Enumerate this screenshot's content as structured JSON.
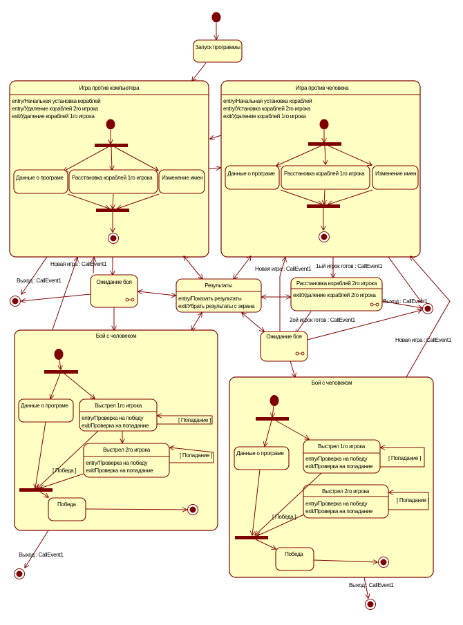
{
  "diagram": {
    "type": "uml-state-diagram",
    "states": {
      "launch": {
        "name": "Запуск программы"
      },
      "vs_computer": {
        "name": "Игра против компьютера",
        "actions": [
          "entry/Начальная установка кораблей",
          "entry/Удаление кораблей 2го игрока",
          "exit/Удаление кораблей 1го игрока"
        ],
        "substates": [
          "Данные о програме",
          "Расстановка кораблей 1го игрока",
          "Изменение имен"
        ]
      },
      "vs_human": {
        "name": "Игра против человека",
        "actions": [
          "entry/Начальная установка кораблей",
          "entry/Установка кораблей 2го игрока",
          "exit/Удаление кораблей 1го игрока"
        ],
        "substates": [
          "Данные о програме",
          "Расстановка кораблей 1го игрока",
          "Изменение имен"
        ]
      },
      "wait_left": {
        "name": "Ожидание боя"
      },
      "results": {
        "name": "Результаты",
        "actions": [
          "entry/Показать результаты",
          "exit/Убрать результаты с экрана"
        ]
      },
      "placement2": {
        "name": "Расстановка кораблей 2го игрока",
        "actions": [
          "exit/Удаление кораблей 2го игрока"
        ]
      },
      "wait_right": {
        "name": "Ожидание боя"
      },
      "battle_left": {
        "name": "Бой с человеком",
        "info": "Данные о програме",
        "shot1": {
          "name": "Выстрел 1го игрока",
          "actions": [
            "entry/Проверка на победу",
            "exit/Проверка на попадание"
          ]
        },
        "shot2": {
          "name": "Выстрел 2го игрока",
          "actions": [
            "entry/Проверка на победу",
            "exit/Проверка на попадание"
          ]
        },
        "victory": "Победа",
        "guard_hit1": "[ Попадание ]",
        "guard_hit2": "[ Попадание ]",
        "guard_win": "[ Победа ]"
      },
      "battle_right": {
        "name": "Бой с человеком",
        "info": "Данные о програме",
        "shot1": {
          "name": "Выстрел 1го игрока",
          "actions": [
            "entry/Проверка на победу",
            "exit/Проверка на попадание"
          ]
        },
        "shot2": {
          "name": "Выстрел 2го игрока",
          "actions": [
            "entry/Проверка на победу",
            "exit/Проверка на попадание"
          ]
        },
        "victory": "Победа",
        "guard_hit1": "[ Попадание ]",
        "guard_hit2": "[ Попадание ]",
        "guard_win": "[ Победа ]"
      }
    },
    "transitions": {
      "new_game_left": "Новая игра : CallEvent1",
      "exit_left": "Выход : CallEvent1",
      "new_game_mid": "Новая игра : CallEvent1",
      "player1_ready": "1ый игрок готов : CallEvent1",
      "player2_ready": "2ой игрок готов : CallEvent1",
      "exit_right": "Выход : CallEvent1",
      "new_game_right": "Новая игра : CallEvent1",
      "exit_bottom_left": "Выход : CallEvent1",
      "exit_bottom_right": "Выход : CallEvent1"
    },
    "colors": {
      "state_fill": "#ffffc4",
      "line": "#7f0000"
    }
  }
}
